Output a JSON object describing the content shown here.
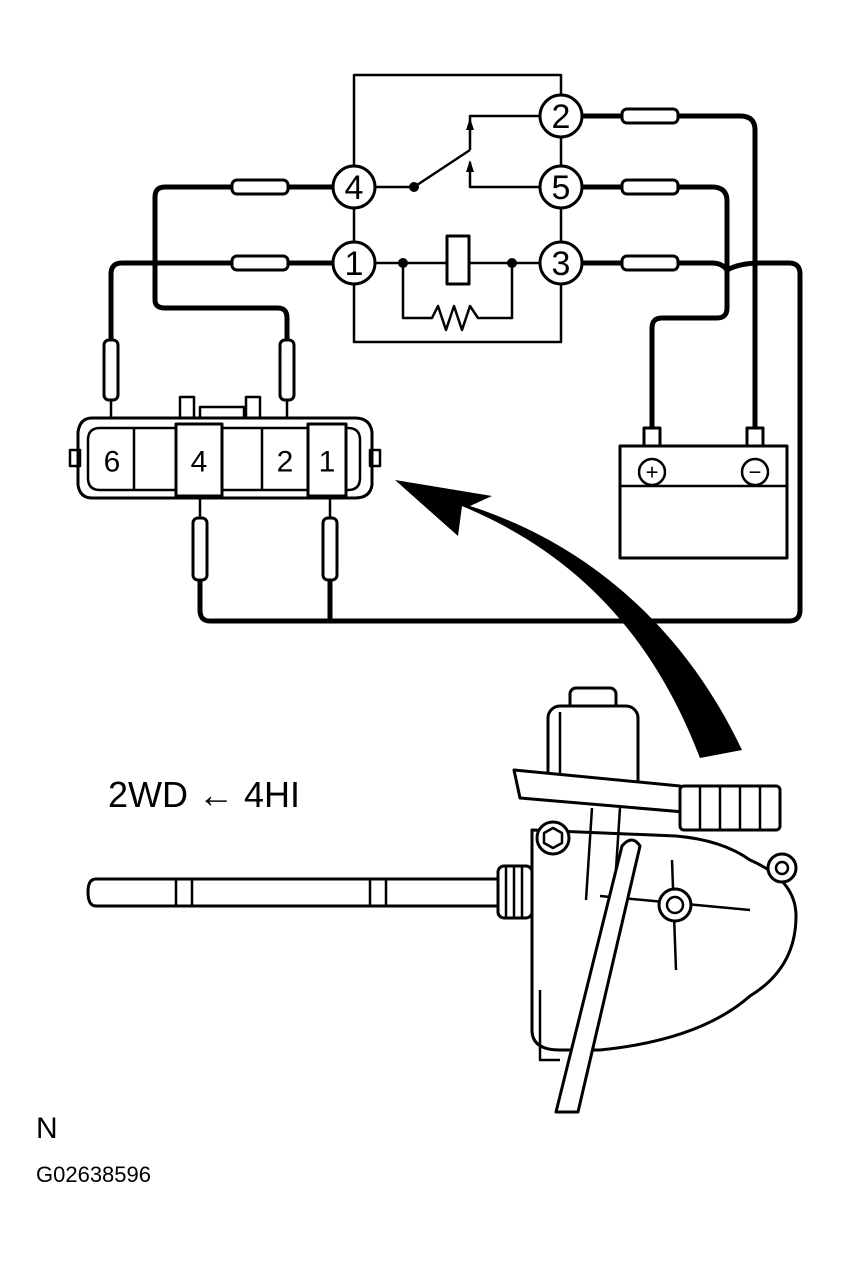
{
  "relay_terminals": [
    "1",
    "2",
    "3",
    "4",
    "5"
  ],
  "connector_pins": [
    "6",
    "4",
    "2",
    "1"
  ],
  "battery": {
    "positive": "+",
    "negative": "−"
  },
  "shift_label": "2WD ← 4HI",
  "position_label": "N",
  "figure_code": "G02638596"
}
